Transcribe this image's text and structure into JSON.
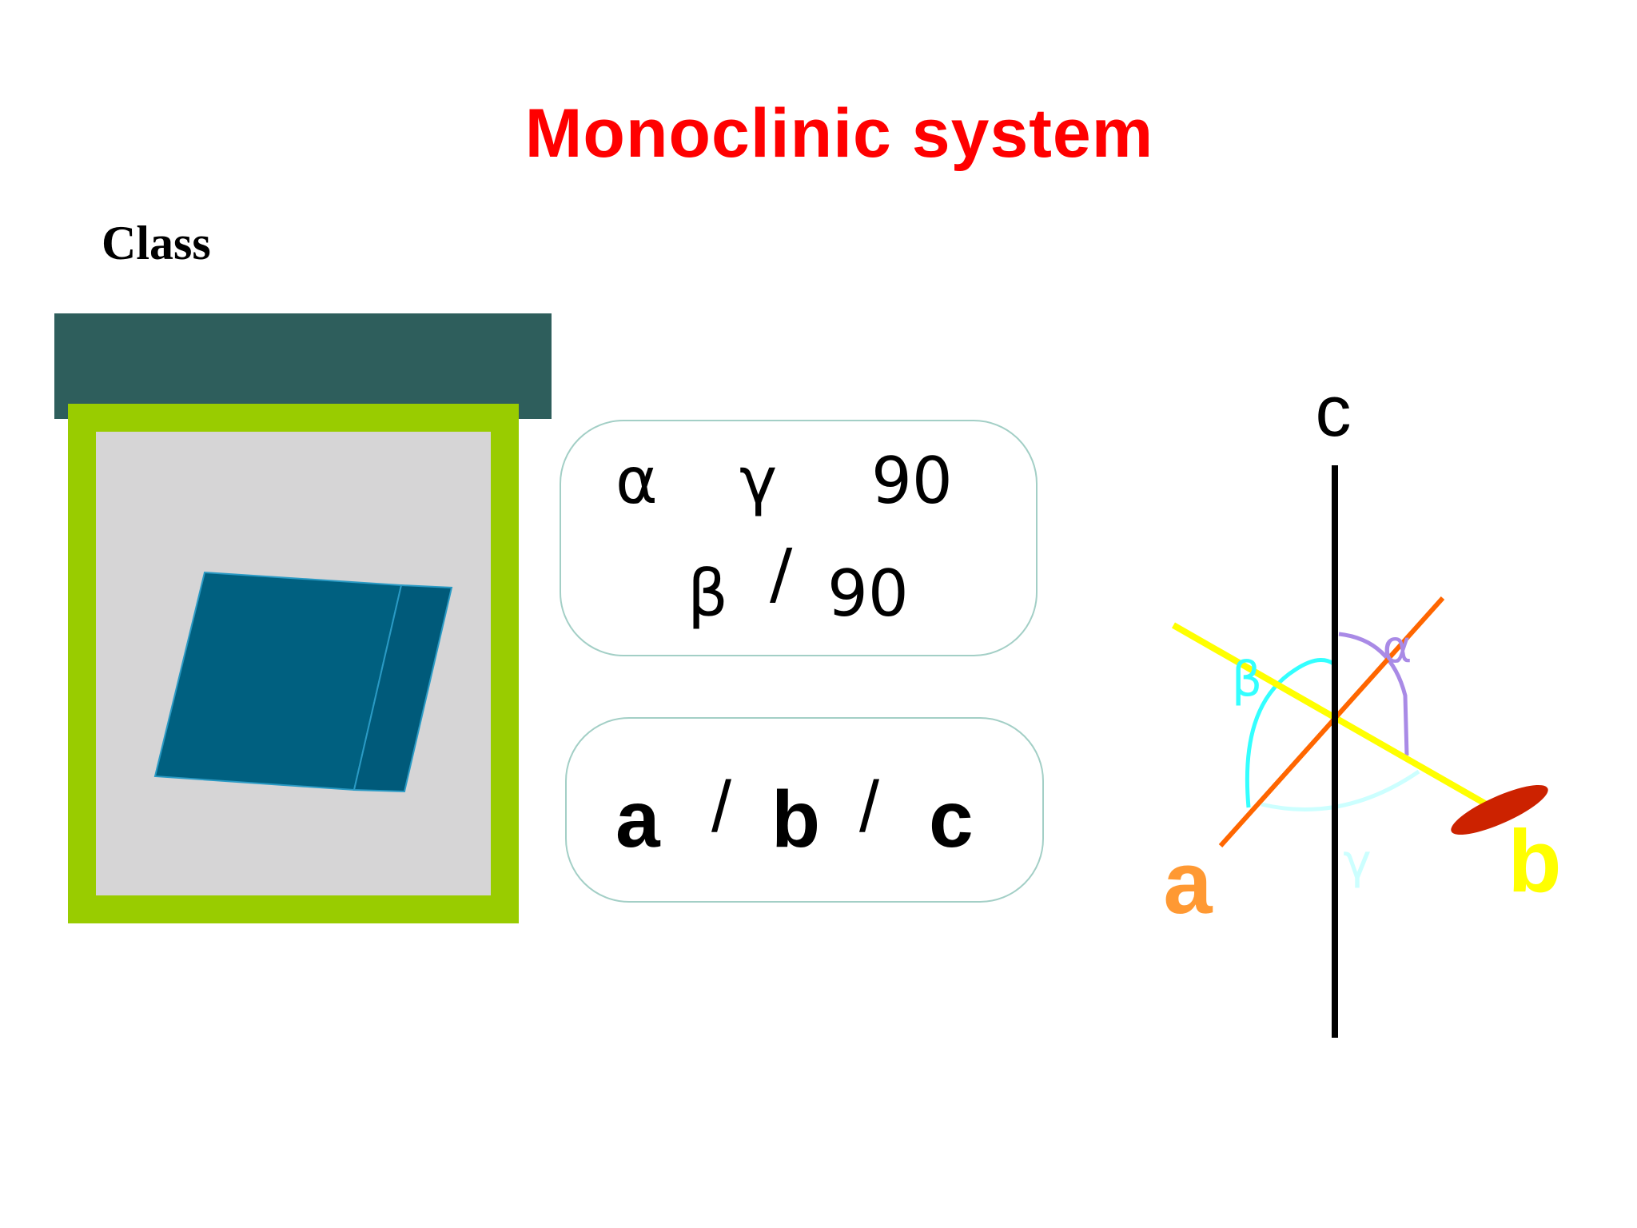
{
  "title": "Monoclinic system",
  "class_label": "Class",
  "relations": {
    "alpha": "α",
    "gamma": "γ",
    "value_1": "90",
    "beta": "β",
    "slash": "/",
    "value_2": "90"
  },
  "axis_relation": {
    "a": "a",
    "slash_1": "/",
    "b": "b",
    "slash_2": "/",
    "c": "c"
  },
  "axes_diagram": {
    "c_label": "c",
    "a_label": "a",
    "b_label": "b",
    "alpha_label": "α",
    "beta_label": "β",
    "gamma_label": "γ",
    "colors": {
      "c_axis": "#000000",
      "a_axis": "#ff6600",
      "b_axis": "#ffff00",
      "b_end": "#cc2200",
      "a_label": "#ff9933",
      "b_label": "#ffff00",
      "alpha_arc": "#a98ae6",
      "beta_arc": "#33ffff",
      "gamma_arc": "#ccffff"
    }
  },
  "colors": {
    "title": "#ff0000",
    "frame": "#99cc00",
    "dark_bar": "#2e5e5c",
    "crystal_face": "#006080",
    "crystal_side": "#005a7a"
  }
}
